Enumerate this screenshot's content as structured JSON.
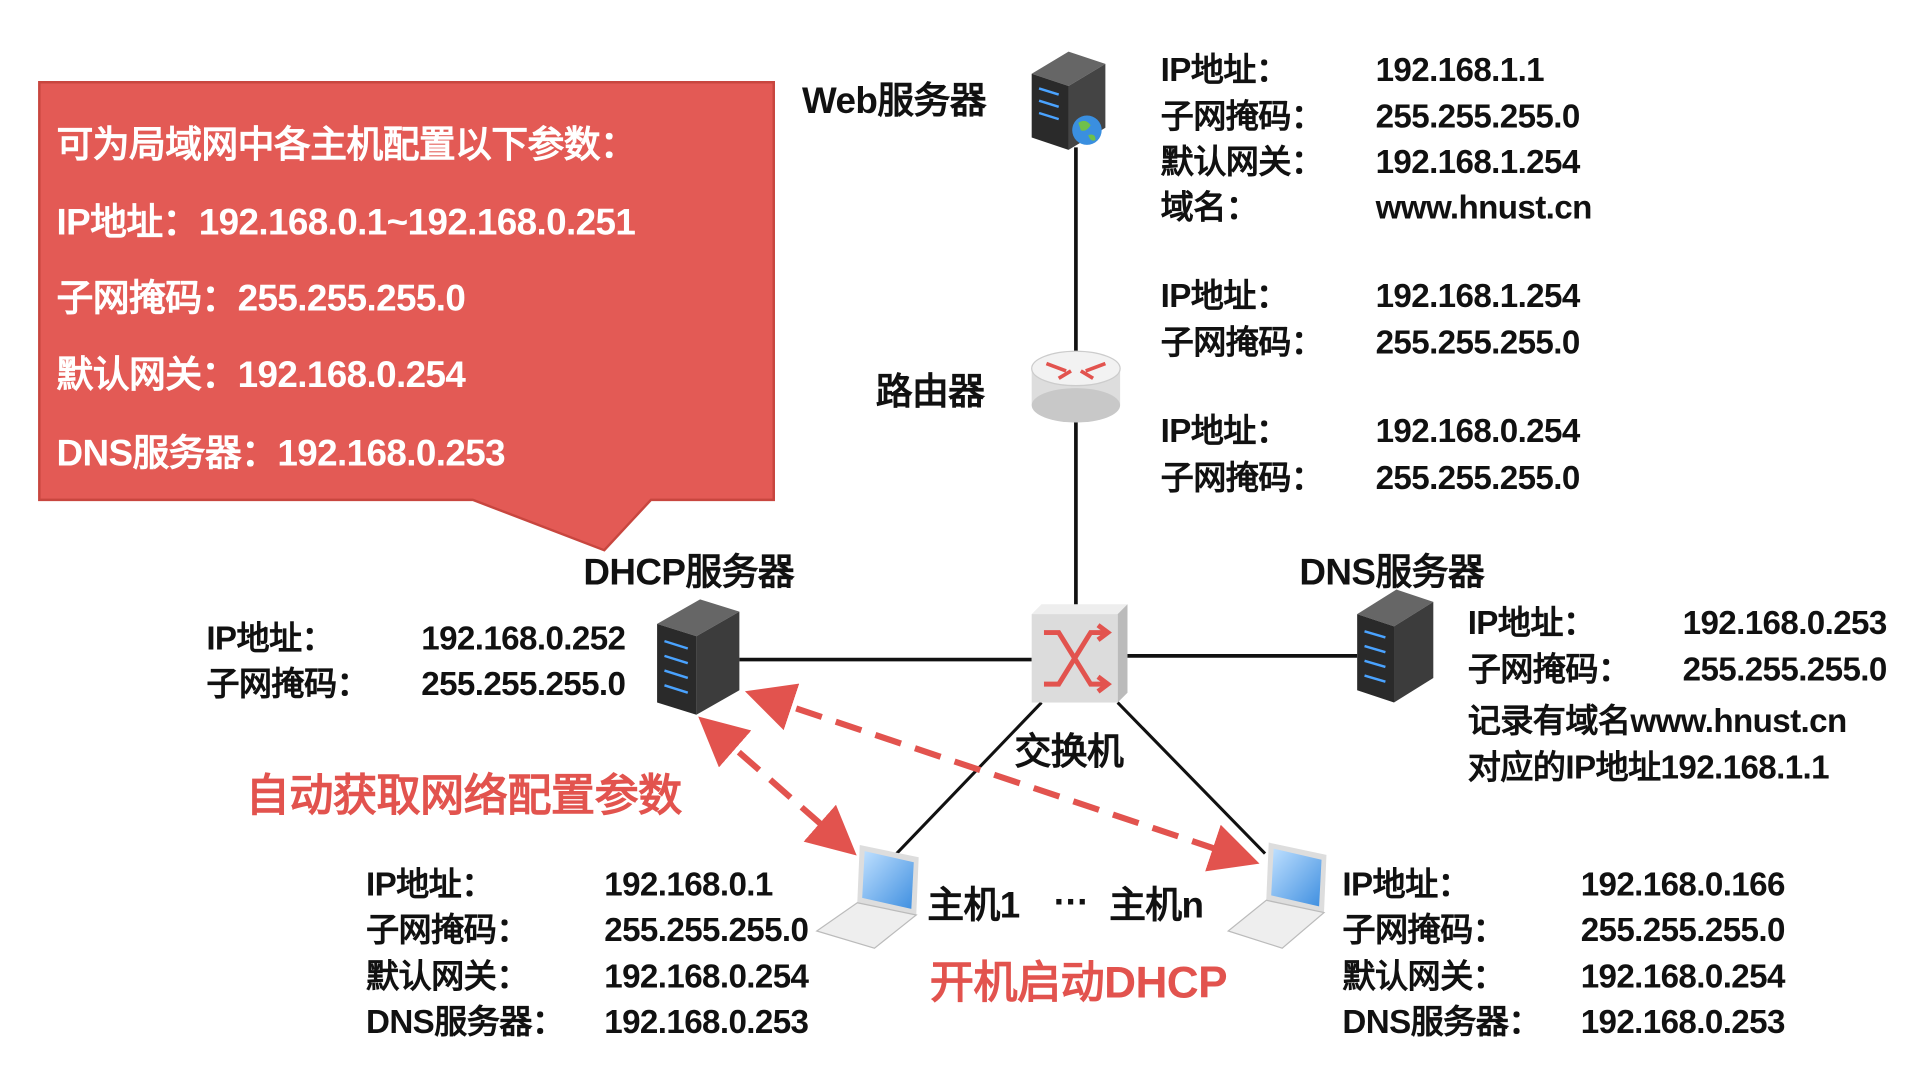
{
  "callout": {
    "title": "可为局域网中各主机配置以下参数：",
    "lines": [
      "IP地址：192.168.0.1~192.168.0.251",
      "子网掩码：255.255.255.0",
      "默认网关：192.168.0.254",
      "DNS服务器：192.168.0.253"
    ]
  },
  "web": {
    "name": "Web服务器",
    "rows": [
      [
        "IP地址：",
        "192.168.1.1"
      ],
      [
        "子网掩码：",
        "255.255.255.0"
      ],
      [
        "默认网关：",
        "192.168.1.254"
      ],
      [
        "域名：",
        "www.hnust.cn"
      ]
    ]
  },
  "router": {
    "name": "路由器",
    "upper": [
      [
        "IP地址：",
        "192.168.1.254"
      ],
      [
        "子网掩码：",
        "255.255.255.0"
      ]
    ],
    "lower": [
      [
        "IP地址：",
        "192.168.0.254"
      ],
      [
        "子网掩码：",
        "255.255.255.0"
      ]
    ]
  },
  "switch": {
    "name": "交换机"
  },
  "dhcp": {
    "name": "DHCP服务器",
    "rows": [
      [
        "IP地址：",
        "192.168.0.252"
      ],
      [
        "子网掩码：",
        "255.255.255.0"
      ]
    ]
  },
  "dns": {
    "name": "DNS服务器",
    "rows": [
      [
        "IP地址：",
        "192.168.0.253"
      ],
      [
        "子网掩码：",
        "255.255.255.0"
      ]
    ],
    "note1": "记录有域名www.hnust.cn",
    "note2": "对应的IP地址192.168.1.1"
  },
  "host1": {
    "name": "主机1",
    "rows": [
      [
        "IP地址：",
        "192.168.0.1"
      ],
      [
        "子网掩码：",
        "255.255.255.0"
      ],
      [
        "默认网关：",
        "192.168.0.254"
      ],
      [
        "DNS服务器：",
        "192.168.0.253"
      ]
    ]
  },
  "ellipsis": "···",
  "hostn": {
    "name": "主机n",
    "rows": [
      [
        "IP地址：",
        "192.168.0.166"
      ],
      [
        "子网掩码：",
        "255.255.255.0"
      ],
      [
        "默认网关：",
        "192.168.0.254"
      ],
      [
        "DNS服务器：",
        "192.168.0.253"
      ]
    ]
  },
  "annotations": {
    "auto": "自动获取网络配置参数",
    "boot": "开机启动DHCP"
  },
  "colors": {
    "callout": "#E35A55",
    "accent": "#E2534E"
  }
}
